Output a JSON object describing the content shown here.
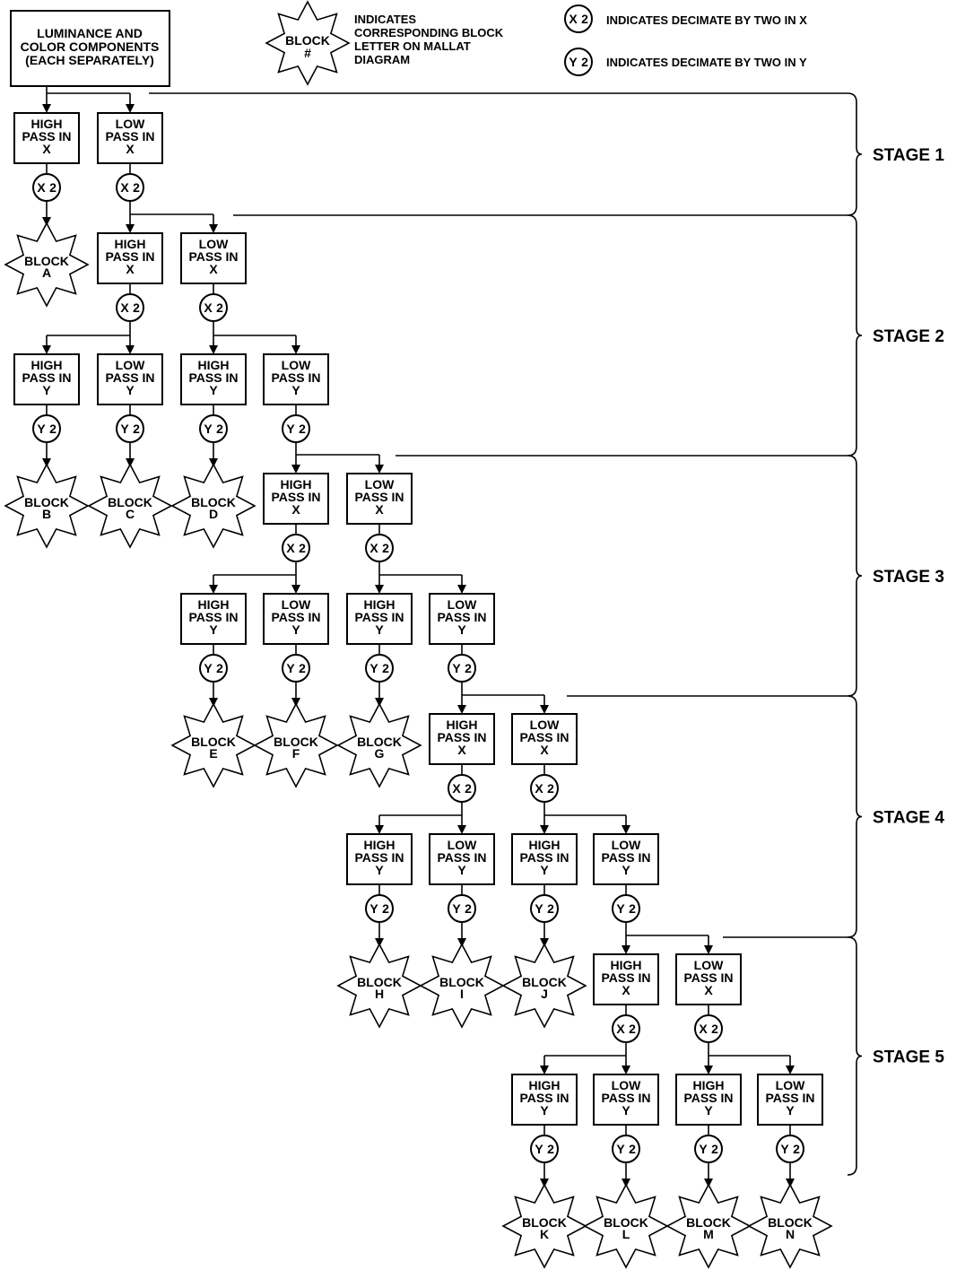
{
  "input_box": [
    "LUMINANCE AND",
    "COLOR COMPONENTS",
    "(EACH SEPARATELY)"
  ],
  "legend": {
    "block_star": [
      "BLOCK",
      "#"
    ],
    "block_text": [
      "INDICATES",
      "CORRESPONDING BLOCK",
      "LETTER ON MALLAT",
      "DIAGRAM"
    ],
    "decimate_x_symbol": [
      "X",
      "2"
    ],
    "decimate_x_text": "INDICATES DECIMATE BY TWO IN X",
    "decimate_y_symbol": [
      "Y",
      "2"
    ],
    "decimate_y_text": "INDICATES DECIMATE BY TWO IN Y"
  },
  "labels": {
    "high_x": [
      "HIGH",
      "PASS IN",
      "X"
    ],
    "low_x": [
      "LOW",
      "PASS IN",
      "X"
    ],
    "high_y": [
      "HIGH",
      "PASS IN",
      "Y"
    ],
    "low_y": [
      "LOW",
      "PASS IN",
      "Y"
    ],
    "block_word": "BLOCK",
    "dec_x": [
      "X",
      "2"
    ],
    "dec_y": [
      "Y",
      "2"
    ]
  },
  "stages": [
    "STAGE 1",
    "STAGE 2",
    "STAGE 3",
    "STAGE 4",
    "STAGE 5"
  ],
  "blocks": [
    "A",
    "B",
    "C",
    "D",
    "E",
    "F",
    "G",
    "H",
    "I",
    "J",
    "K",
    "L",
    "M",
    "N"
  ]
}
